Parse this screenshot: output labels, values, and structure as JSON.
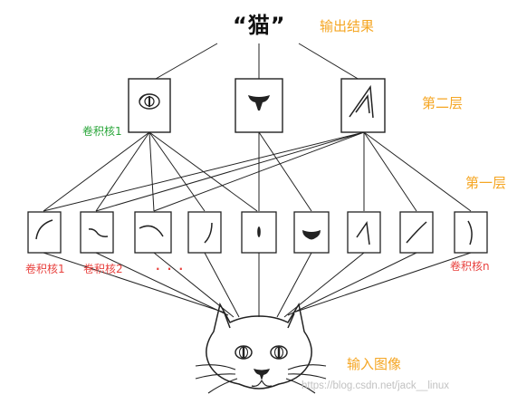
{
  "title": "“猫”",
  "labels": {
    "output": "输出结果",
    "layer2": "第二层",
    "layer1": "第一层",
    "input": "输入图像",
    "layer2_kernel1": "卷积核1",
    "layer1_kernel1": "卷积核1",
    "layer1_kernel2": "卷积核2",
    "layer1_kernel_ellipsis": "· · ·",
    "layer1_kernel_n": "卷积核n"
  },
  "watermark": "https://blog.csdn.net/jack__linux",
  "colors": {
    "orange": "#f5a623",
    "red": "#e8423f",
    "green": "#2aa63a",
    "line": "#222222"
  },
  "layer2_kernels": [
    "eye",
    "nose",
    "ear"
  ],
  "layer1_kernels": [
    "arc-left",
    "tilde",
    "arc-top",
    "curve-right",
    "dot-vertical",
    "nose-shape",
    "ear-edge",
    "diagonal",
    "curve-paren"
  ]
}
